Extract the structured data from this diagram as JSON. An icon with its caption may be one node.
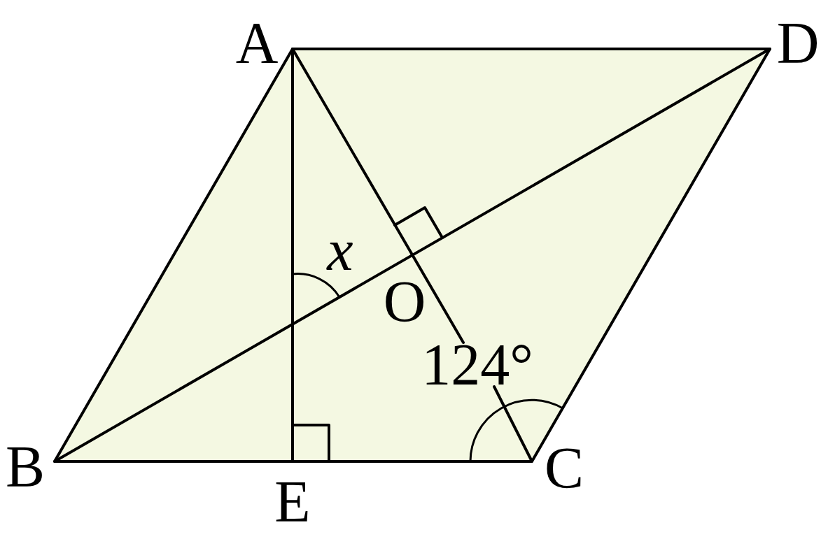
{
  "diagram": {
    "labels": [
      "A",
      "D",
      "x",
      "O",
      "124°",
      "B",
      "C",
      "E"
    ]
  }
}
